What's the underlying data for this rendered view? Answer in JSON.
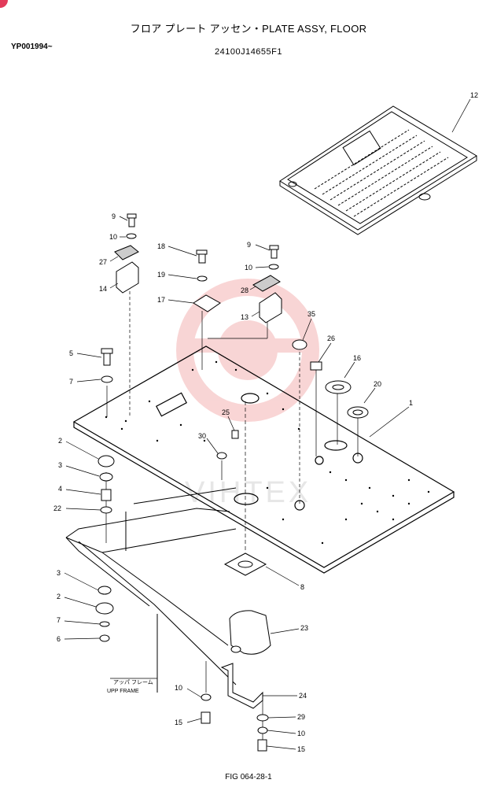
{
  "header": {
    "title": "フロア プレート アッセン・PLATE ASSY, FLOOR",
    "serial": "YP001994~",
    "part_number": "24100J14655F1"
  },
  "watermark": "VIHTEX",
  "frame_label": {
    "jp": "アッパ フレーム",
    "en": "UPP FRAME"
  },
  "figure_id": "FIG 064-28-1",
  "callouts": [
    "12",
    "9",
    "10",
    "27",
    "14",
    "18",
    "19",
    "17",
    "9",
    "10",
    "28",
    "13",
    "35",
    "26",
    "16",
    "20",
    "1",
    "5",
    "7",
    "25",
    "30",
    "2",
    "3",
    "4",
    "22",
    "8",
    "3",
    "2",
    "7",
    "6",
    "23",
    "10",
    "24",
    "15",
    "29",
    "10",
    "15"
  ],
  "colors": {
    "corner_badge": "#e23b5a",
    "watermark": "#f4b3b3"
  }
}
